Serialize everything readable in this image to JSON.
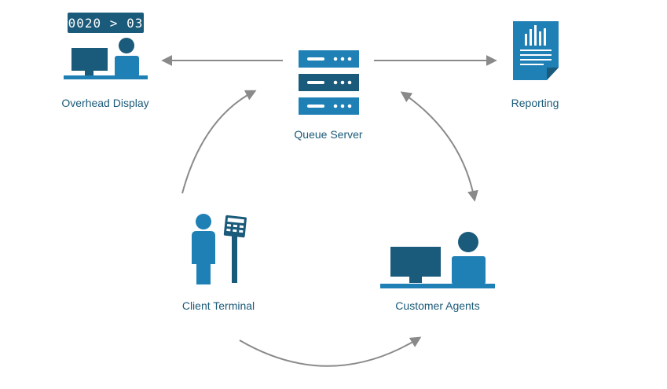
{
  "colors": {
    "dark_blue": "#1a5a7a",
    "mid_blue": "#1f80b6",
    "arrow_gray": "#8a8a8a",
    "label_text": "#1b5a78"
  },
  "nodes": {
    "overhead_display": {
      "label": "Overhead Display",
      "icon": "overhead-display-icon",
      "ticket_text": "0020 > 03"
    },
    "queue_server": {
      "label": "Queue Server",
      "icon": "server-rack-icon"
    },
    "reporting": {
      "label": "Reporting",
      "icon": "report-document-icon"
    },
    "client_terminal": {
      "label": "Client Terminal",
      "icon": "kiosk-terminal-icon"
    },
    "customer_agents": {
      "label": "Customer Agents",
      "icon": "agent-desk-icon"
    }
  },
  "edges": [
    {
      "from": "queue_server",
      "to": "overhead_display",
      "direction": "one-way"
    },
    {
      "from": "queue_server",
      "to": "reporting",
      "direction": "one-way"
    },
    {
      "from": "client_terminal",
      "to": "queue_server",
      "direction": "one-way"
    },
    {
      "from": "queue_server",
      "to": "customer_agents",
      "direction": "two-way"
    },
    {
      "from": "client_terminal",
      "to": "customer_agents",
      "direction": "one-way"
    }
  ]
}
